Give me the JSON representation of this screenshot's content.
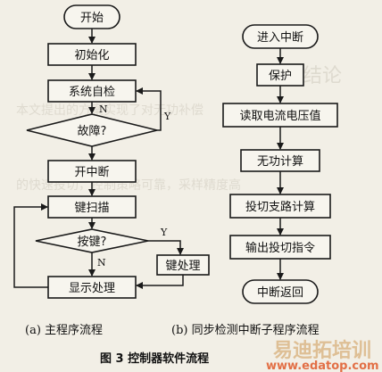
{
  "left_chart": {
    "start": "开始",
    "init": "初始化",
    "self_check": "系统自检",
    "fault": "故障?",
    "fault_no": "N",
    "fault_yes": "Y",
    "open_interrupt": "开中断",
    "key_scan": "键扫描",
    "key_pressed": "按键?",
    "key_yes": "Y",
    "key_no": "N",
    "key_handle": "键处理",
    "display_handle": "显示处理"
  },
  "right_chart": {
    "enter_interrupt": "进入中断",
    "protect": "保护",
    "read_values": "读取电流电压值",
    "reactive_calc": "无功计算",
    "switch_branch_calc": "投切支路计算",
    "output_command": "输出投切指令",
    "interrupt_return": "中断返回"
  },
  "captions": {
    "a": "(a) 主程序流程",
    "b": "(b) 同步检测中断子程序流程",
    "figure": "图 3  控制器软件流程"
  },
  "watermark": {
    "brand": "易迪拓培训",
    "url": "www.edatop.com"
  },
  "background_text": {
    "header_fragment": "4 结论",
    "line1": "本文提出的方案实现了对无功补偿",
    "line2": "的快速投切，控制策略可靠，采样精度高"
  },
  "colors": {
    "paper": "#f2efe6",
    "ink": "#1a1a1a",
    "watermark_brand": "#d8b07a",
    "watermark_url": "#e0592a"
  }
}
